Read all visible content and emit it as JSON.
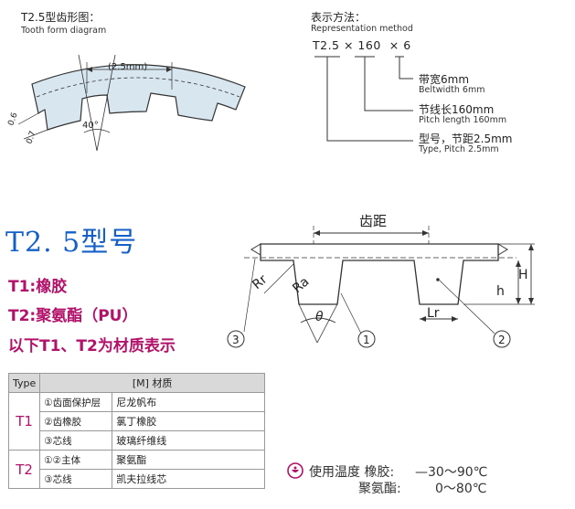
{
  "tooth_diagram": {
    "title": "T2.5型齿形图：",
    "subtitle": "Tooth form diagram",
    "pitch_dim": "(2.5mm)",
    "dim_a": "0.6",
    "dim_b": "0.7",
    "angle": "40°"
  },
  "representation": {
    "title": "表示方法：",
    "subtitle": "Representation method",
    "code": "T2.5 × 160  × 6",
    "width_cn": "带宽6mm",
    "width_en": "Beltwidth 6mm",
    "length_cn": "节线长160mm",
    "length_en": "Pitch length 160mm",
    "type_cn": "型号，节距2.5mm",
    "type_en": "Type, Pitch 2.5mm"
  },
  "model_title": "T2. 5型号",
  "materials": [
    "T1:橡胶",
    "T2:聚氨酯（PU）",
    "以下T1、T2为材质表示"
  ],
  "profile": {
    "pitch_label": "齿距",
    "rr": "Rr",
    "ra": "Ra",
    "theta": "θ",
    "h": "h",
    "H": "H",
    "lr": "Lr",
    "callout_1": "1",
    "callout_2": "2",
    "callout_3": "3"
  },
  "table": {
    "header_type": "Type",
    "header_material": "[M] 材质",
    "rows": [
      {
        "type": "T1",
        "part": "①齿面保护层",
        "material": "尼龙帆布"
      },
      {
        "type": "",
        "part": "②齿橡胶",
        "material": "氯丁橡胶"
      },
      {
        "type": "",
        "part": "③芯线",
        "material": "玻璃纤维线"
      },
      {
        "type": "T2",
        "part": "①②主体",
        "material": "聚氨酯"
      },
      {
        "type": "",
        "part": "③芯线",
        "material": "凯夫拉线芯"
      }
    ]
  },
  "temperature": {
    "label_rubber": "使用温度 橡胶:",
    "value_rubber": "—30～90℃",
    "label_pu": "聚氨酯:",
    "value_pu": "0～80℃"
  },
  "colors": {
    "accent_blue": "#1560c8",
    "accent_magenta": "#b3126a",
    "belt_fill": "#d8e6f0",
    "table_header": "#d9d9d9"
  }
}
